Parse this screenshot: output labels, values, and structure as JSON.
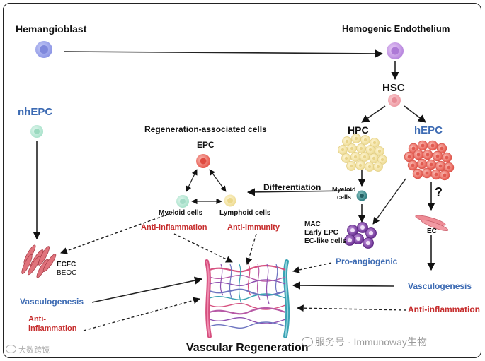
{
  "labels": {
    "hemangioblast": "Hemangioblast",
    "hemogenic_endothelium": "Hemogenic Endothelium",
    "hsc": "HSC",
    "hpc": "HPC",
    "hepc": "hEPC",
    "nhepc": "nhEPC",
    "regen_cells_title": "Regeneration-associated cells",
    "epc": "EPC",
    "myeloid_cells_triangle": "Myeloid cells",
    "lymphoid_cells": "Lymphoid cells",
    "anti_inflammation_mid": "Anti-inflammation",
    "anti_immunity": "Anti-immunity",
    "differentiation": "Differentiation",
    "myeloid_cells_right_1": "Myeloid",
    "myeloid_cells_right_2": "cells",
    "mac_lines": [
      "MAC",
      "Early EPC",
      "EC-like cells"
    ],
    "pro_angiogenic": "Pro-angiogenic",
    "question": "?",
    "ec": "EC",
    "vasculogenesis_right": "Vasculogenesis",
    "anti_inflammation_right": "Anti-inflammation",
    "ecfc": "ECFC",
    "beoc": "BEOC",
    "vasculogenesis_left": "Vasculogenesis",
    "anti_inflammation_left_1": "Anti-",
    "anti_inflammation_left_2": "inflammation",
    "vascular_regeneration": "Vascular Regeneration"
  },
  "watermarks": {
    "wechat": "服务号 · Immunoway生物",
    "corner": "大数跨镜"
  },
  "colors": {
    "blue_text": "#3d6bb3",
    "red_text": "#c62c2c",
    "vessel_pink": "#d6507f",
    "vessel_teal": "#3aa2b3",
    "vessel_purple": "#8e4fb0"
  }
}
